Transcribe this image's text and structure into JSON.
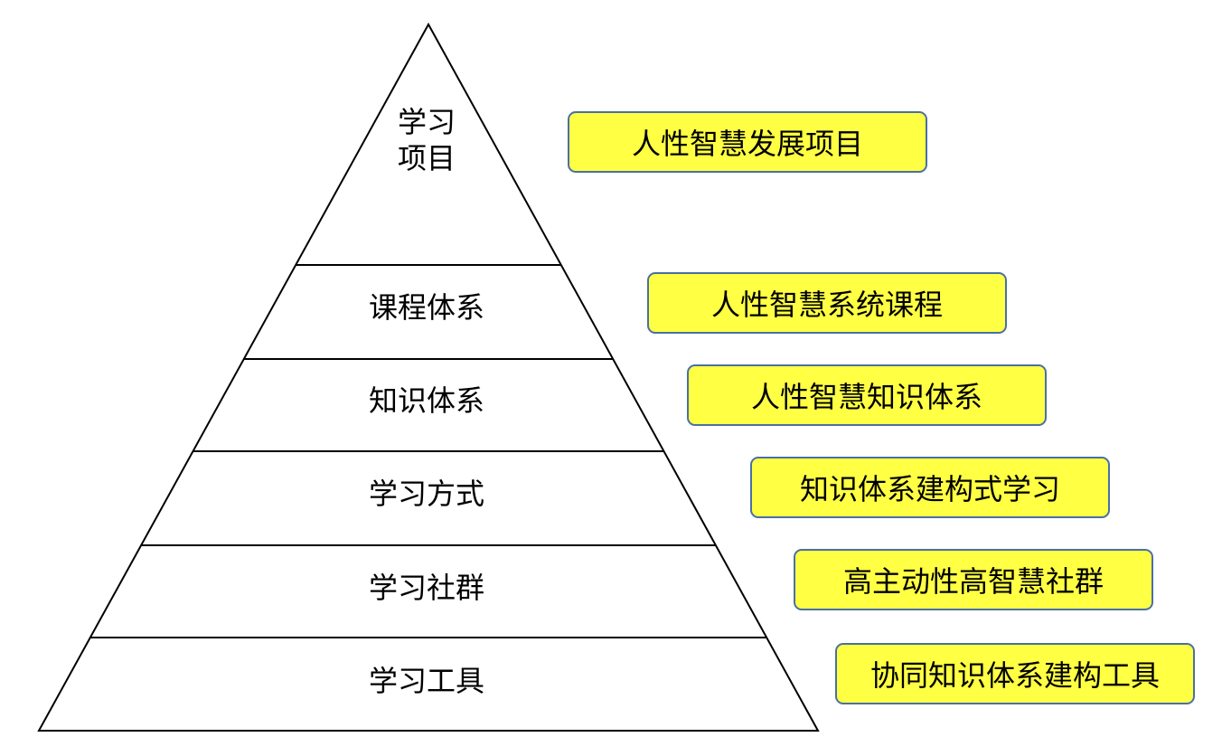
{
  "colors": {
    "tag_fill": "#ffff44",
    "tag_border": "#4a6fa5",
    "outline": "#000000"
  },
  "pyramid": {
    "layers": [
      {
        "label": "学习\n项目"
      },
      {
        "label": "课程体系"
      },
      {
        "label": "知识体系"
      },
      {
        "label": "学习方式"
      },
      {
        "label": "学习社群"
      },
      {
        "label": "学习工具"
      }
    ]
  },
  "tags": [
    {
      "text": "人性智慧发展项目"
    },
    {
      "text": "人性智慧系统课程"
    },
    {
      "text": "人性智慧知识体系"
    },
    {
      "text": "知识体系建构式学习"
    },
    {
      "text": "高主动性高智慧社群"
    },
    {
      "text": "协同知识体系建构工具"
    }
  ]
}
